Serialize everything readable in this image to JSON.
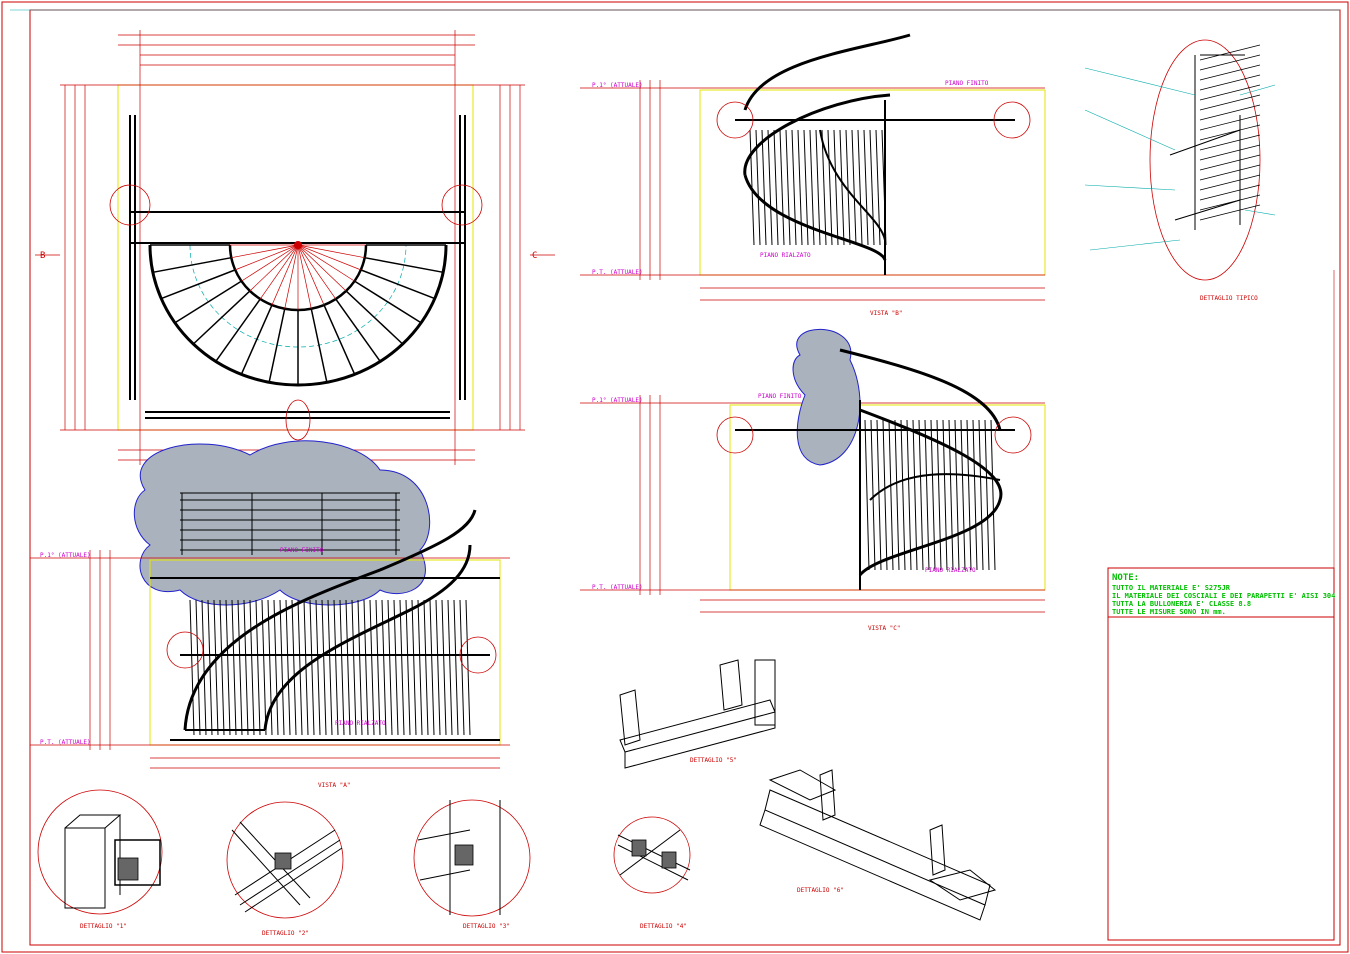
{
  "title_block": {
    "notes_heading": "NOTE:",
    "notes": [
      "TUTTO IL MATERIALE E' S275JR",
      "IL MATERIALE DEI COSCIALI E DEI PARAPETTI E' AISI 304",
      "TUTTA LA BULLONERIA E' CLASSE 8.8",
      "TUTTE LE MISURE SONO IN mm."
    ]
  },
  "views": {
    "vista_a": "VISTA \"A\"",
    "vista_b": "VISTA \"B\"",
    "vista_c": "VISTA \"C\""
  },
  "levels": {
    "p1_attuale": "P.1° (ATTUALE)",
    "pt_attuale": "P.T. (ATTUALE)",
    "piano_rialzato": "PIANO RIALZATO",
    "piano_finito": "PIANO FINITO"
  },
  "section_markers": {
    "b": "B",
    "c": "C"
  },
  "details": {
    "d1": "DETTAGLIO \"1\"",
    "d2": "DETTAGLIO \"2\"",
    "d3": "DETTAGLIO \"3\"",
    "d4": "DETTAGLIO \"4\"",
    "d5": "DETTAGLIO \"5\"",
    "d6": "DETTAGLIO \"6\"",
    "tipico": "DETTAGLIO TIPICO"
  },
  "colors": {
    "frame": "#cc0000",
    "dimension": "#cc0000",
    "structure": "#000000",
    "cyan": "#00aaaa",
    "yellow": "#e6e600",
    "magenta": "#cc00cc",
    "notes_green": "#00c000",
    "cloud_fill": "#a9b2bd",
    "cloud_stroke": "#2222cc"
  }
}
